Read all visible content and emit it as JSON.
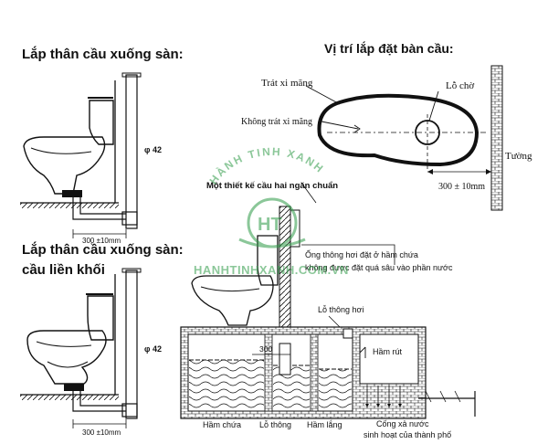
{
  "headings": {
    "floor_install": "Lắp thân cầu xuống sàn:",
    "floor_install_2": "Lắp thân cầu xuống sàn:",
    "one_piece": "cầu liền khối",
    "position": "Vị trí lắp đặt bàn cầu:"
  },
  "top_left": {
    "pipe_dia": "φ 42",
    "dim": "300 ±10mm"
  },
  "bottom_left": {
    "pipe_dia": "φ 42",
    "dim": "300 ±10mm"
  },
  "position_diagram": {
    "cement_label": "Trát xi măng",
    "no_cement_label": "Không trát xi măng",
    "hole_label": "Lỗ chờ",
    "wall_label": "Tường",
    "dim": "300 ± 10mm"
  },
  "septic": {
    "design_title": "Một thiết kế cầu hai ngăn chuẩn",
    "vent_pipe_note_1": "Ống thông hơi đặt ở hầm chứa",
    "vent_pipe_note_2": "không được đặt quá sâu vào phần nước",
    "vent_hole": "Lỗ thông hơi",
    "dim": "300",
    "suction_tank": "Hầm rút",
    "storage_tank": "Hầm chứa",
    "passage_hole": "Lỗ thông",
    "settling_tank": "Hầm lắng",
    "sewer_1": "Cống xả nước",
    "sewer_2": "sinh hoạt của thành phố"
  },
  "watermark": {
    "name_arc": "HÀNH TINH XANH",
    "logo_letters": "HT",
    "site": "HANHTINHXANH.COM.VN"
  },
  "colors": {
    "ink": "#111111",
    "watermark": "#2e9b46"
  }
}
